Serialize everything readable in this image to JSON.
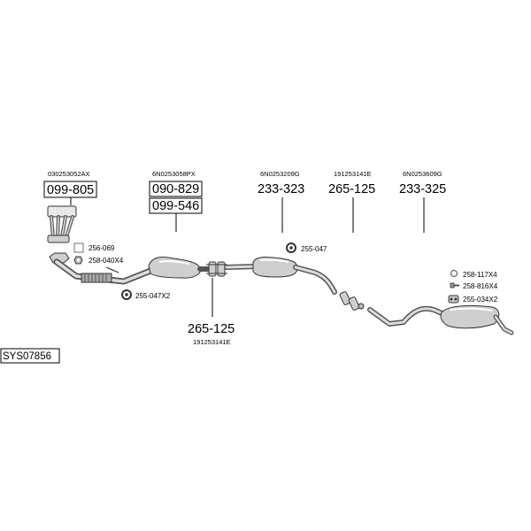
{
  "system_code": "SYS07856",
  "parts": {
    "manifold": {
      "oem": "030253052AX",
      "numbers": [
        "099-805"
      ]
    },
    "catalyst": {
      "oem": "6N0253058PX",
      "numbers": [
        "090-829",
        "099-546"
      ]
    },
    "clamp_front": {
      "oem": "191253141E",
      "number": "265-125"
    },
    "middle_silencer": {
      "oem": "6N0253209G",
      "number": "233-323"
    },
    "clamp_rear": {
      "oem": "191253141E",
      "number": "265-125"
    },
    "rear_silencer": {
      "oem": "6N0253609G",
      "number": "233-325"
    }
  },
  "small_parts": {
    "gasket_square": "256-069",
    "nut": "258-040X4",
    "ring_front": "255-047X2",
    "ring_mid": "255-047",
    "ring_small": "258-117X4",
    "bolt": "258-816X4",
    "rubber_rear": "255-034X2"
  },
  "colors": {
    "line": "#000000",
    "part_fill": "#cfcfcf",
    "part_stroke": "#333333"
  }
}
